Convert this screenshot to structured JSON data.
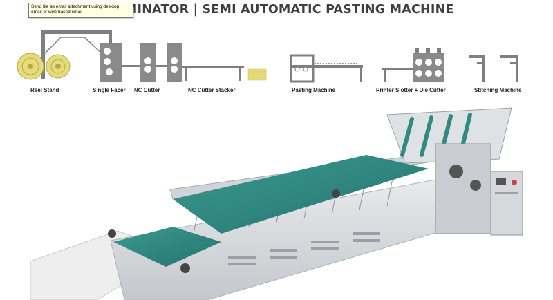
{
  "header": {
    "title": "UTO FLUTE LAMINATOR | SEMI AUTOMATIC PASTING MACHINE",
    "tooltip": "Send file as email attachment using desktop email or web-based email"
  },
  "process": {
    "stages": [
      {
        "key": "reel",
        "label": "Reel Stand"
      },
      {
        "key": "single",
        "label": "Single Facer"
      },
      {
        "key": "nc",
        "label": "NC Cutter"
      },
      {
        "key": "stacker",
        "label": "NC Cutter Stacker"
      },
      {
        "key": "pasting",
        "label": "Pasting Machine"
      },
      {
        "key": "printer",
        "label": "Printer Slotter + Die Cutter"
      },
      {
        "key": "stitch",
        "label": "Stitching Machine"
      }
    ]
  },
  "colors": {
    "belt": "#2f8a82",
    "frame": "#d9dce0",
    "reel_yellow": "#e7dc7b",
    "diagram_gray": "#7f7f7f"
  }
}
